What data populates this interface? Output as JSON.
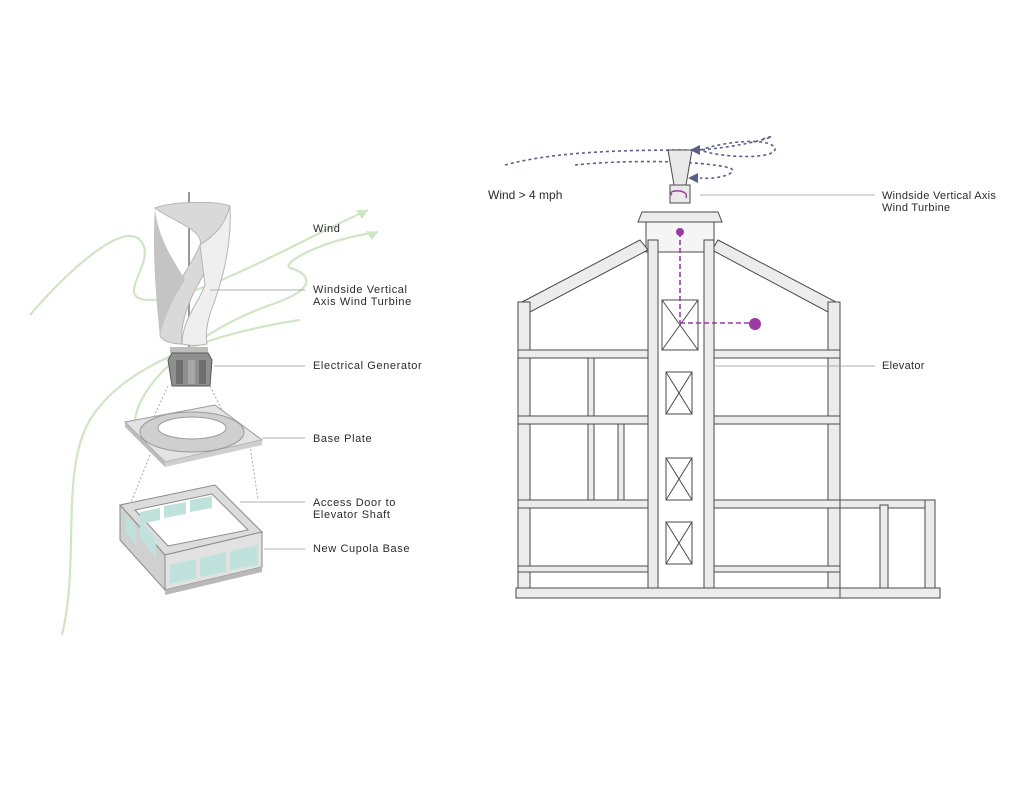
{
  "exploded_view": {
    "labels": {
      "wind": "Wind",
      "turbine": [
        "Windside Vertical",
        "Axis Wind Turbine"
      ],
      "generator": "Electrical Generator",
      "base_plate": "Base Plate",
      "access_door": [
        "Access Door to",
        "Elevator Shaft"
      ],
      "cupola_base": "New Cupola Base"
    }
  },
  "section_view": {
    "wind_speed": "Wind > 4 mph",
    "labels": {
      "turbine": [
        "Windside Vertical Axis",
        "Wind Turbine"
      ],
      "elevator": "Elevator"
    }
  },
  "colors": {
    "wind_green": "#cfe6c4",
    "wind_dash": "#5a5f8a",
    "power_magenta": "#9b3aa3",
    "wall": "#e6e6e6",
    "line": "#4a4a4a"
  }
}
